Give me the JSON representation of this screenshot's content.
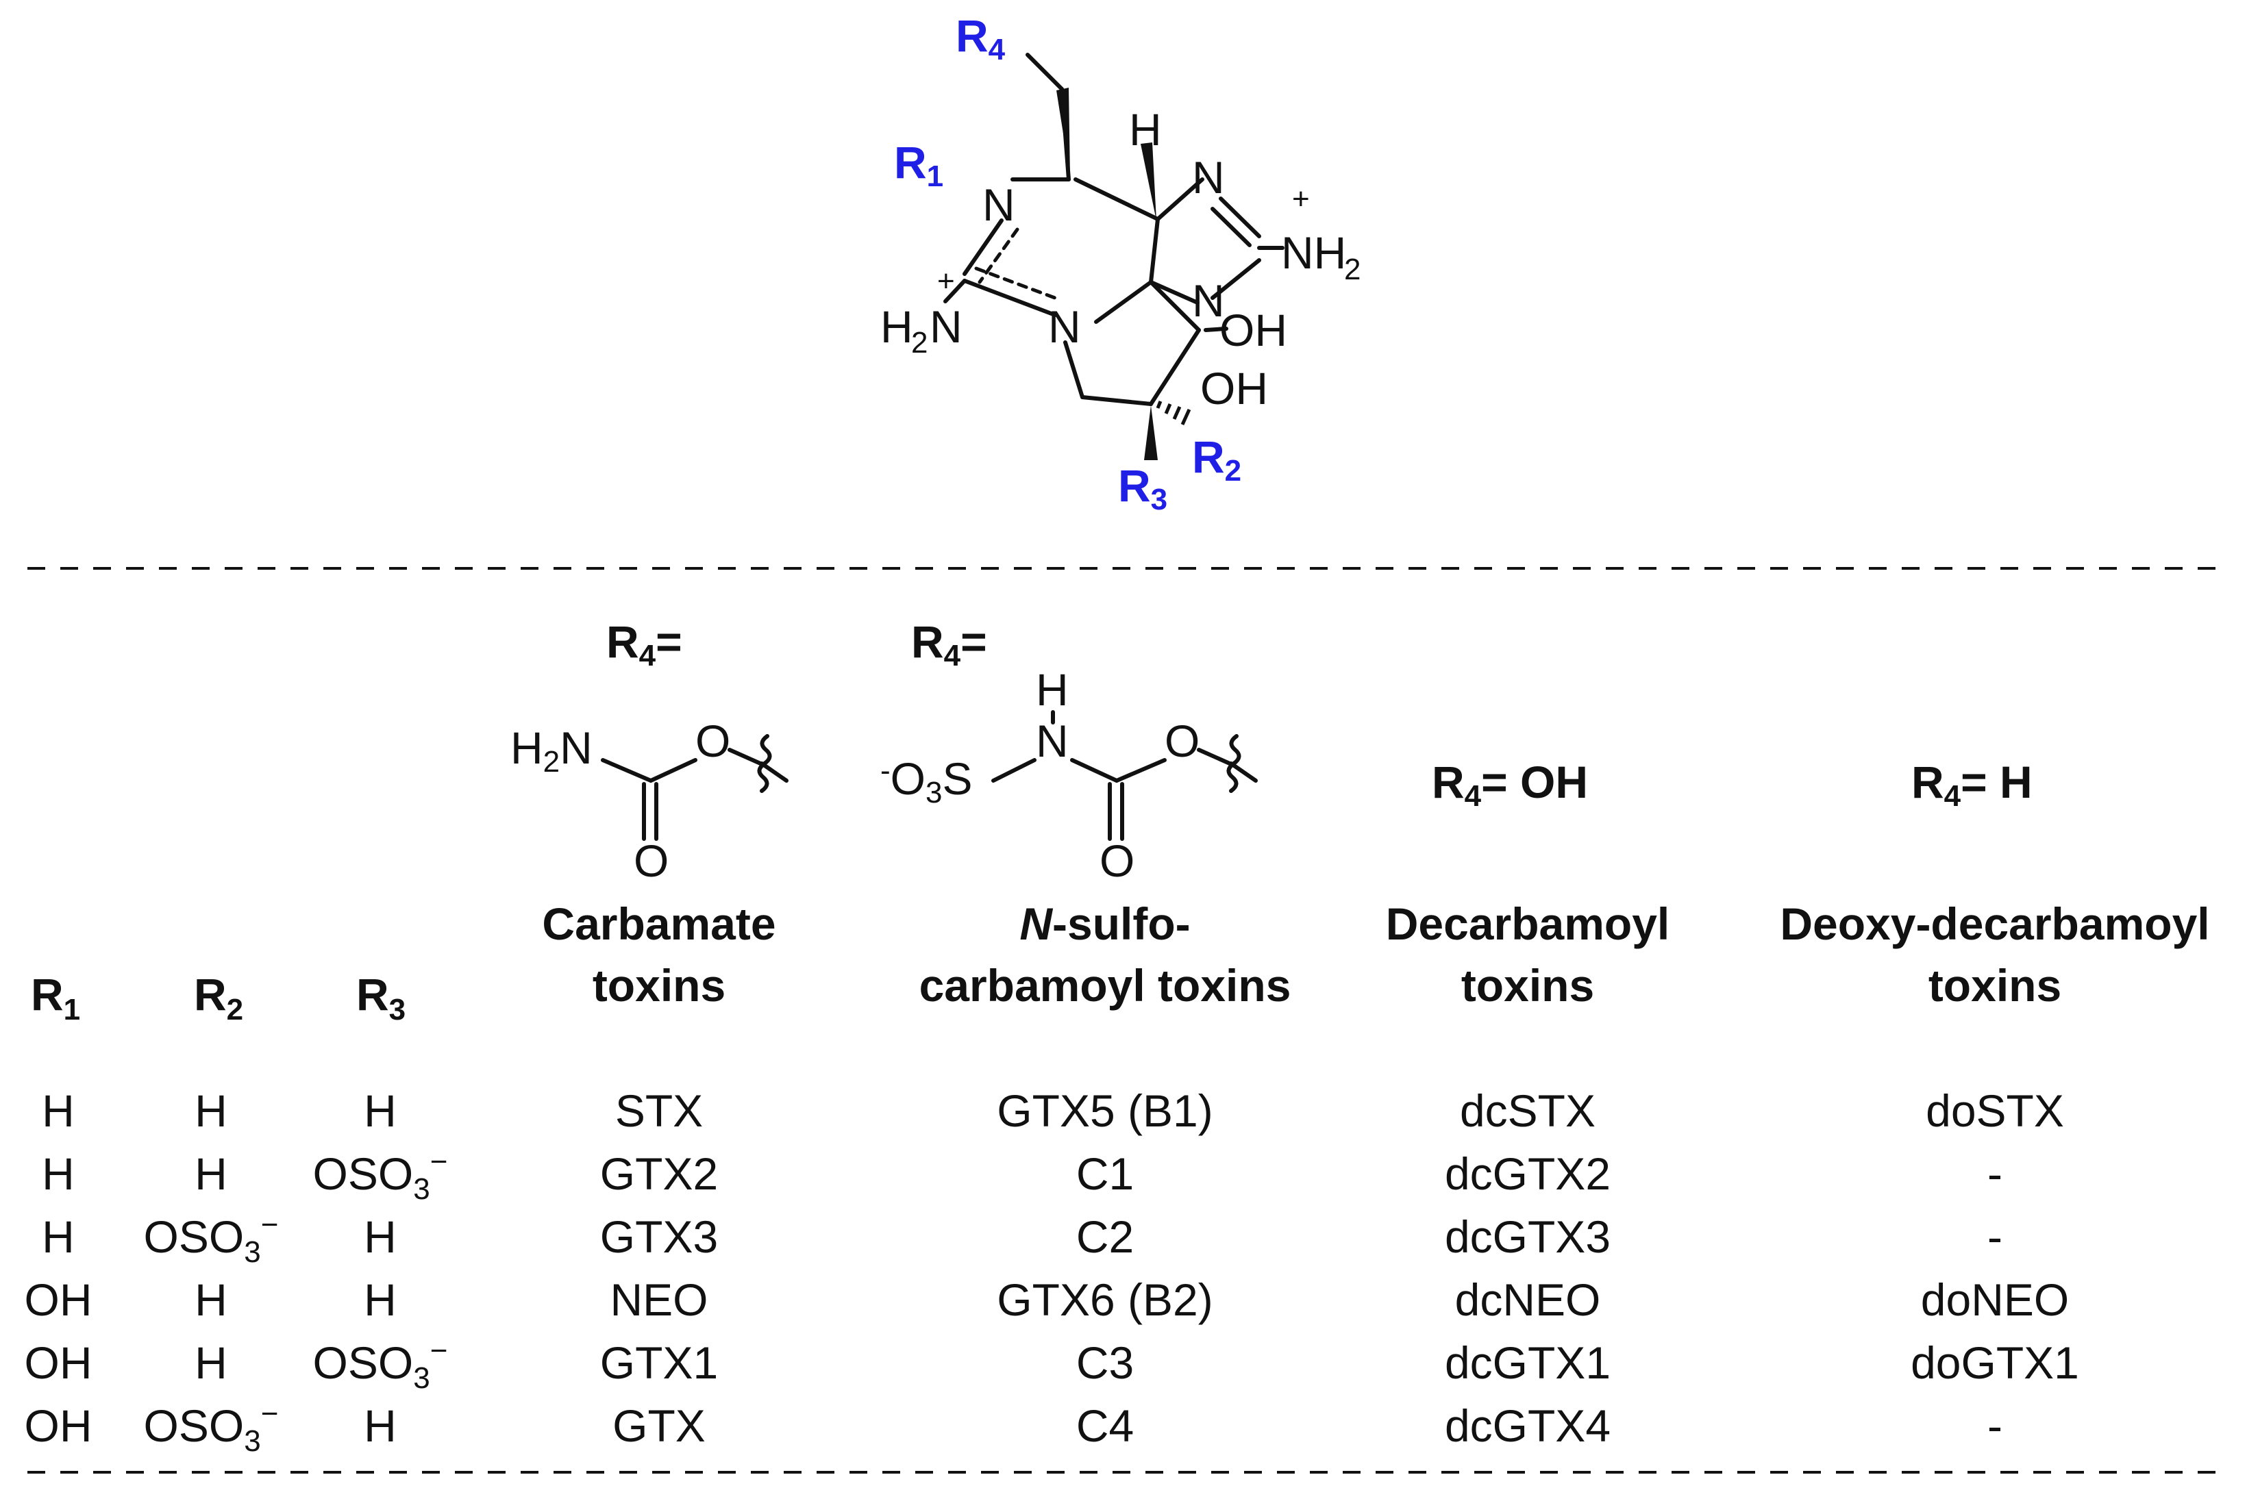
{
  "structure": {
    "groups": {
      "r1": "R",
      "r1_sub": "1",
      "r2": "R",
      "r2_sub": "2",
      "r3": "R",
      "r3_sub": "3",
      "r4": "R",
      "r4_sub": "4"
    },
    "atoms": {
      "n": "N",
      "h": "H",
      "oh": "OH",
      "nh2": "NH",
      "nh2_sub": "2",
      "h2n_h": "H",
      "h2n_sub": "2",
      "h2n_n": "N",
      "plus": "+"
    }
  },
  "fragments": {
    "carbamate": {
      "h2n": "H",
      "h2n_sub": "2",
      "h2n_n": "N",
      "o": "O",
      "o_bottom": "O"
    },
    "sulfo": {
      "minus": "-",
      "o3s_o": "O",
      "o3s_sub": "3",
      "o3s_s": "S",
      "n": "N",
      "h": "H",
      "o": "O",
      "o_bottom": "O"
    }
  },
  "table": {
    "r_headers": [
      {
        "base": "R",
        "sub": "1"
      },
      {
        "base": "R",
        "sub": "2"
      },
      {
        "base": "R",
        "sub": "3"
      }
    ],
    "r4_headers": [
      {
        "base": "R",
        "sub": "4",
        "rest": "="
      },
      {
        "base": "R",
        "sub": "4",
        "rest": "="
      },
      {
        "base": "R",
        "sub": "4",
        "rest": "= OH"
      },
      {
        "base": "R",
        "sub": "4",
        "rest": "= H"
      }
    ],
    "class_headers": [
      {
        "line1": "Carbamate",
        "line2": "toxins"
      },
      {
        "line1_italic": "N",
        "line1": "-sulfo-",
        "line2": "carbamoyl toxins"
      },
      {
        "line1": "Decarbamoyl",
        "line2": "toxins"
      },
      {
        "line1": "Deoxy-decarbamoyl",
        "line2": "toxins"
      }
    ],
    "oso3": {
      "base": "OSO",
      "sub": "3",
      "sup": "−"
    },
    "rows": [
      {
        "r1": "H",
        "r2": "H",
        "r3": "H",
        "carbamate": "STX",
        "sulfo": "GTX5 (B1)",
        "decarb": "dcSTX",
        "deoxy": "doSTX"
      },
      {
        "r1": "H",
        "r2": "H",
        "r3": "OSO3",
        "carbamate": "GTX2",
        "sulfo": "C1",
        "decarb": "dcGTX2",
        "deoxy": "-"
      },
      {
        "r1": "H",
        "r2": "OSO3",
        "r3": "H",
        "carbamate": "GTX3",
        "sulfo": "C2",
        "decarb": "dcGTX3",
        "deoxy": "-"
      },
      {
        "r1": "OH",
        "r2": "H",
        "r3": "H",
        "carbamate": "NEO",
        "sulfo": "GTX6 (B2)",
        "decarb": "dcNEO",
        "deoxy": "doNEO"
      },
      {
        "r1": "OH",
        "r2": "H",
        "r3": "OSO3",
        "carbamate": "GTX1",
        "sulfo": "C3",
        "decarb": "dcGTX1",
        "deoxy": "doGTX1"
      },
      {
        "r1": "OH",
        "r2": "OSO3",
        "r3": "H",
        "carbamate": "GTX",
        "sulfo": "C4",
        "decarb": "dcGTX4",
        "deoxy": "-"
      }
    ]
  },
  "colors": {
    "r_group": "#1f1fe6",
    "ink": "#111111"
  }
}
